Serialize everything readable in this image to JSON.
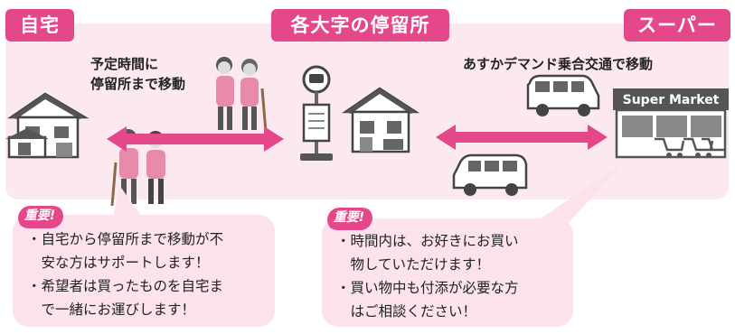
{
  "labels": {
    "home": "自宅",
    "stop": "各大字の停留所",
    "supermarket": "スーパー"
  },
  "captions": {
    "walk_line1": "予定時間に",
    "walk_line2": "停留所まで移動",
    "bus": "あすかデマンド乗合交通で移動"
  },
  "store_sign": "Super Market",
  "notes": {
    "left": {
      "badge": "重要!",
      "lines": [
        "・自宅から停留所まで移動が不",
        "　安な方はサポートします！",
        "・希望者は買ったものを自宅ま",
        "　で一緒にお運びします！"
      ]
    },
    "right": {
      "badge": "重要!",
      "lines": [
        "・時間内は、お好きにお買い",
        "　物していただけます！",
        "・買い物中も付添が必要な方",
        "　はご相談ください！"
      ]
    }
  },
  "colors": {
    "accent": "#e5488a",
    "band": "#fce9f0",
    "note_bg": "#fbe2ec"
  }
}
